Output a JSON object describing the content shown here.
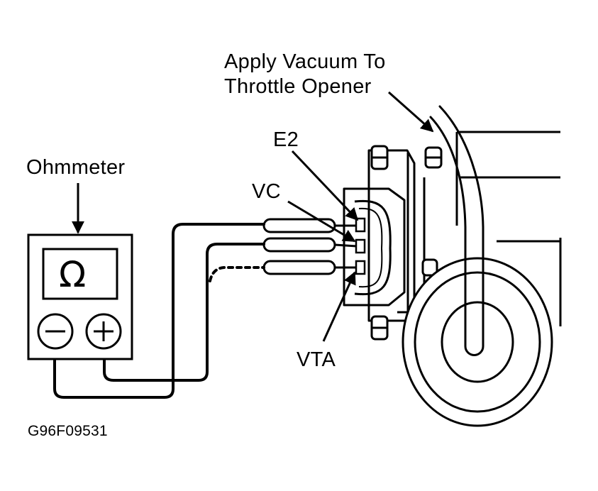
{
  "labels": {
    "vacuum_line1": "Apply Vacuum To",
    "vacuum_line2": "Throttle Opener",
    "ohmmeter": "Ohmmeter",
    "e2": "E2",
    "vc": "VC",
    "vta": "VTA",
    "figure_code": "G96F09531",
    "omega": "Ω"
  },
  "colors": {
    "ink": "#000000",
    "paper": "#ffffff"
  }
}
